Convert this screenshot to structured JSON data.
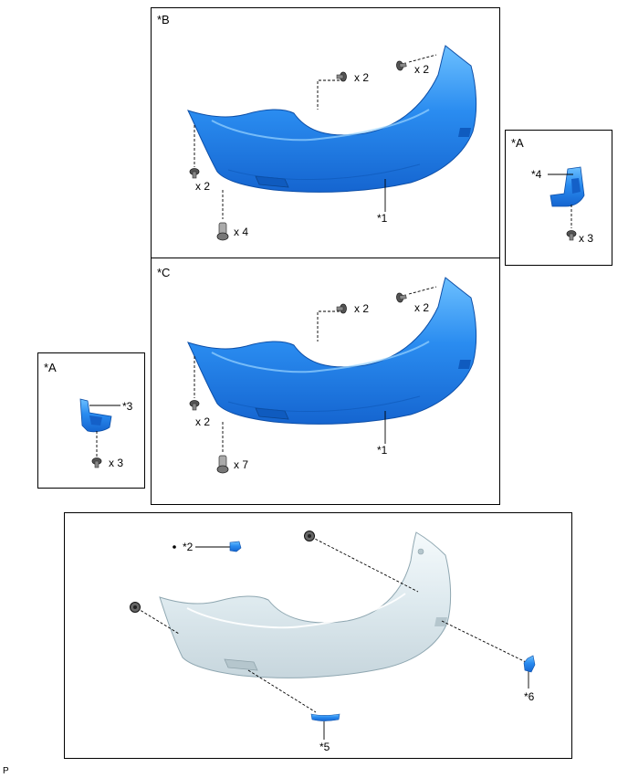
{
  "panel_b": {
    "label": "*B",
    "callout_1": "*1",
    "qty_top_screw": "x 2",
    "qty_top_bolt": "x 2",
    "qty_left_screw": "x 2",
    "qty_clip": "x 4"
  },
  "panel_c": {
    "label": "*C",
    "callout_1": "*1",
    "qty_top_screw": "x 2",
    "qty_top_bolt": "x 2",
    "qty_left_screw": "x 2",
    "qty_clip": "x 7"
  },
  "panel_a_right": {
    "label": "*A",
    "callout": "*4",
    "qty": "x 3"
  },
  "panel_a_left": {
    "label": "*A",
    "callout": "*3",
    "qty": "x 3"
  },
  "panel_bottom": {
    "callout_2": "*2",
    "callout_5": "*5",
    "callout_6": "*6"
  },
  "page_marker": "P",
  "colors": {
    "part_blue": "#1f7fe8",
    "part_blue_light": "#5fb4ff",
    "part_white": "#e4eef2"
  }
}
